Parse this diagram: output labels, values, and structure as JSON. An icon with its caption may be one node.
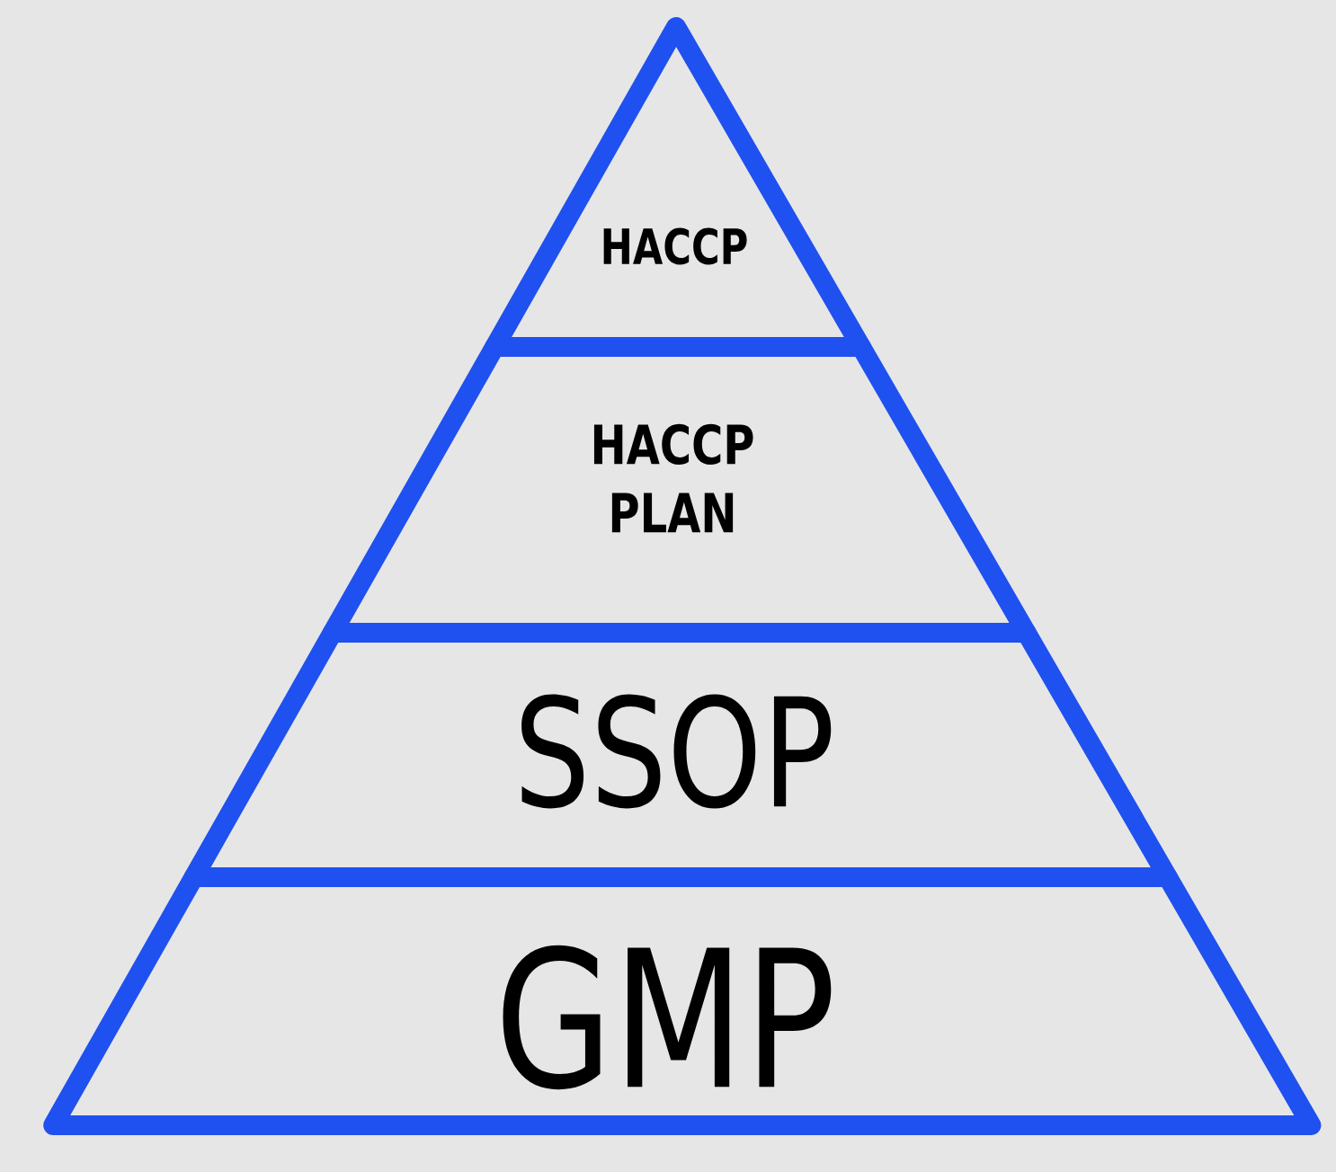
{
  "diagram": {
    "nodes": [
      {
        "text": [
          "HACCP"
        ]
      },
      {
        "text": [
          "HACCP PLAN"
        ]
      },
      {
        "text": [
          "SSOP"
        ]
      },
      {
        "text": [
          "GMP"
        ]
      }
    ]
  }
}
